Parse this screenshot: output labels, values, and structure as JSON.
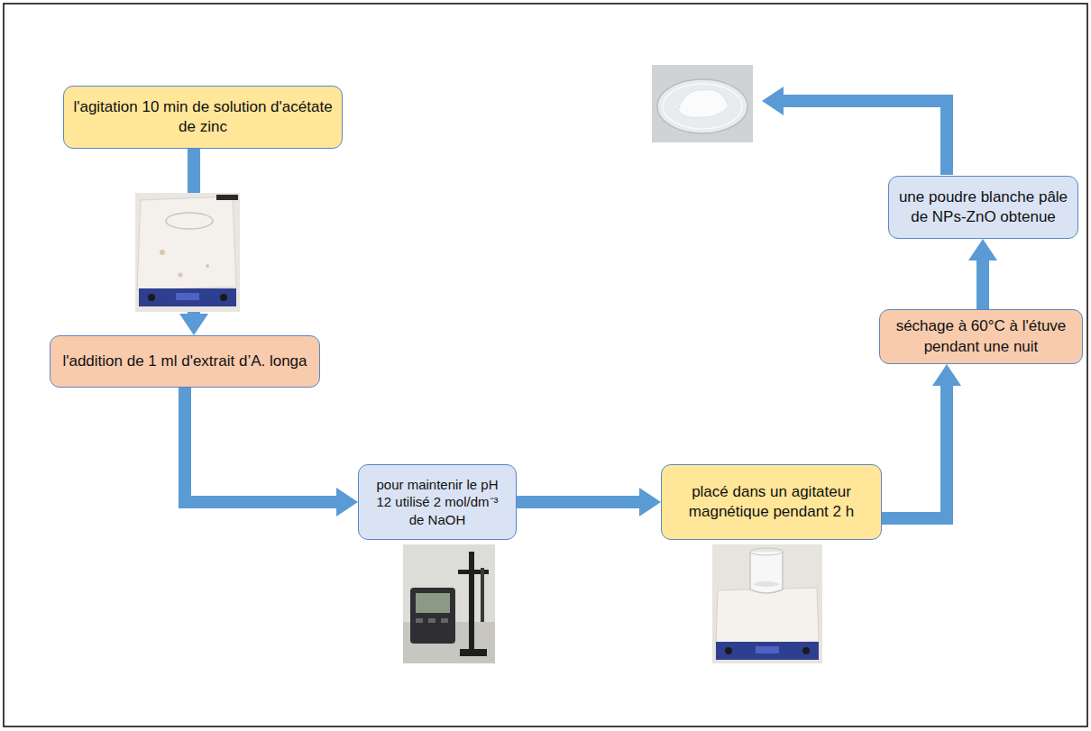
{
  "diagram": {
    "nodes": [
      {
        "text": [
          "l'agitation 10 min de solution d'acétate de zinc"
        ]
      },
      {
        "text": [
          "l'addition de 1 ml d'extrait d’A. longa"
        ]
      },
      {
        "text": [
          "pour maintenir le pH 12 utilisé 2 mol/dm⁻³ de NaOH"
        ]
      },
      {
        "text": [
          "placé dans un agitateur magnétique pendant 2 h"
        ]
      },
      {
        "text": [
          "séchage à 60°C à l'étuve pendant une nuit"
        ]
      },
      {
        "text": [
          "une poudre blanche pâle de NPs-ZnO obtenue"
        ]
      }
    ],
    "edges": [
      {
        "from": 0,
        "to": 1,
        "arrow": "to"
      },
      {
        "from": 1,
        "to": 2,
        "arrow": "to"
      },
      {
        "from": 2,
        "to": 3,
        "arrow": "to"
      },
      {
        "from": 3,
        "to": 4,
        "arrow": "to"
      },
      {
        "from": 4,
        "to": 5,
        "arrow": "to"
      }
    ]
  }
}
